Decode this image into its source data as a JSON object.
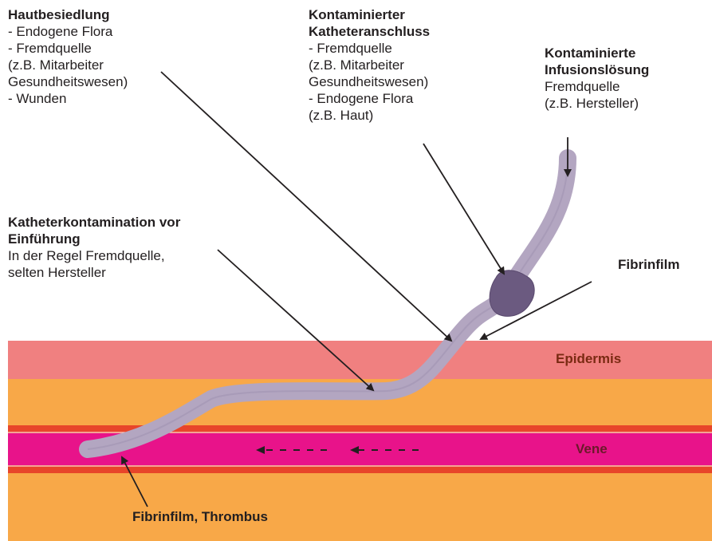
{
  "labels": {
    "hautbesiedlung": {
      "title": "Hautbesiedlung",
      "lines": [
        "- Endogene Flora",
        "- Fremdquelle",
        "(z.B. Mitarbeiter",
        "Gesundheitswesen)",
        "- Wunden"
      ]
    },
    "katheteranschluss": {
      "title_1": "Kontaminierter",
      "title_2": "Katheteranschluss",
      "lines": [
        "- Fremdquelle",
        "(z.B. Mitarbeiter",
        "Gesundheitswesen)",
        "- Endogene Flora",
        "(z.B. Haut)"
      ]
    },
    "infusionsloesung": {
      "title_1": "Kontaminierte",
      "title_2": "Infusionslösung",
      "lines": [
        "Fremdquelle",
        "(z.B. Hersteller)"
      ]
    },
    "katheterkontamination": {
      "title_1": "Katheterkontamination vor",
      "title_2": "Einführung",
      "lines": [
        "In der Regel Fremdquelle,",
        "selten Hersteller"
      ]
    },
    "fibrinfilm": {
      "title": "Fibrinfilm"
    },
    "fibrinfilm_thrombus": {
      "title": "Fibrinfilm, Thrombus"
    }
  },
  "layers": {
    "epidermis": "Epidermis",
    "vene": "Vene"
  },
  "colors": {
    "epidermis": "#f08080",
    "tissue": "#f8a848",
    "vein_wall": "#e8452a",
    "vein": "#e8138a",
    "catheter": "#b3a6c1",
    "hub": "#6b5a80",
    "arrow": "#231f20",
    "layer_text": "#7a2a12"
  }
}
